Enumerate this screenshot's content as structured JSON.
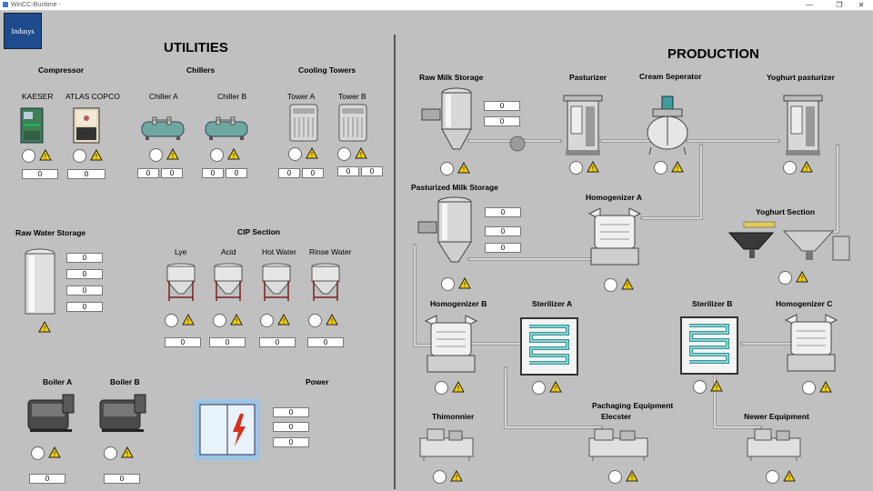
{
  "window": {
    "title": "WinCC-Runtime -",
    "min": "—",
    "restore": "❐",
    "close": "✕"
  },
  "logo": {
    "text": "Indusys"
  },
  "utilities": {
    "title": "UTILITIES",
    "compressor": {
      "title": "Compressor",
      "units": [
        {
          "name": "KAESER",
          "value": "0"
        },
        {
          "name": "ATLAS COPCO",
          "value": "0"
        }
      ]
    },
    "chillers": {
      "title": "Chillers",
      "units": [
        {
          "name": "Chiller A",
          "v1": "0",
          "v2": "0"
        },
        {
          "name": "Chiller B",
          "v1": "0",
          "v2": "0"
        }
      ]
    },
    "cooling": {
      "title": "Cooling Towers",
      "units": [
        {
          "name": "Tower A",
          "v1": "0",
          "v2": "0"
        },
        {
          "name": "Tower B",
          "v1": "0",
          "v2": "0"
        }
      ]
    },
    "raw_water": {
      "title": "Raw Water Storage",
      "values": [
        "0",
        "0",
        "0",
        "0"
      ]
    },
    "cip": {
      "title": "CIP Section",
      "tanks": [
        {
          "name": "Lye",
          "value": "0"
        },
        {
          "name": "Acid",
          "value": "0"
        },
        {
          "name": "Hot Water",
          "value": "0"
        },
        {
          "name": "Rinse Water",
          "value": "0"
        }
      ]
    },
    "boilers": [
      {
        "name": "Boiler A",
        "value": "0"
      },
      {
        "name": "Boiler B",
        "value": "0"
      }
    ],
    "power": {
      "title": "Power",
      "values": [
        "0",
        "0",
        "0"
      ]
    }
  },
  "production": {
    "title": "PRODUCTION",
    "raw_milk": {
      "title": "Raw Milk Storage",
      "values": [
        "0",
        "0"
      ]
    },
    "pasturizer": {
      "title": "Pasturizer"
    },
    "cream": {
      "title": "Cream Seperator"
    },
    "yoghurt_past": {
      "title": "Yoghurt pasturizer"
    },
    "past_milk": {
      "title": "Pasturized Milk Storage",
      "values": [
        "0",
        "0",
        "0"
      ]
    },
    "homog_a": {
      "title": "Homogenizer A"
    },
    "yoghurt_section": {
      "title": "Yoghurt Section"
    },
    "homog_b": {
      "title": "Homogenizer B"
    },
    "steril_a": {
      "title": "Sterilizer A"
    },
    "steril_b": {
      "title": "Sterilizer B"
    },
    "homog_c": {
      "title": "Homogenizer C"
    },
    "thimonnier": {
      "title": "Thimonnier"
    },
    "packaging": {
      "title": "Pachaging Equipment",
      "subtitle": "Elecster"
    },
    "newer": {
      "title": "Newer Equipment"
    }
  }
}
